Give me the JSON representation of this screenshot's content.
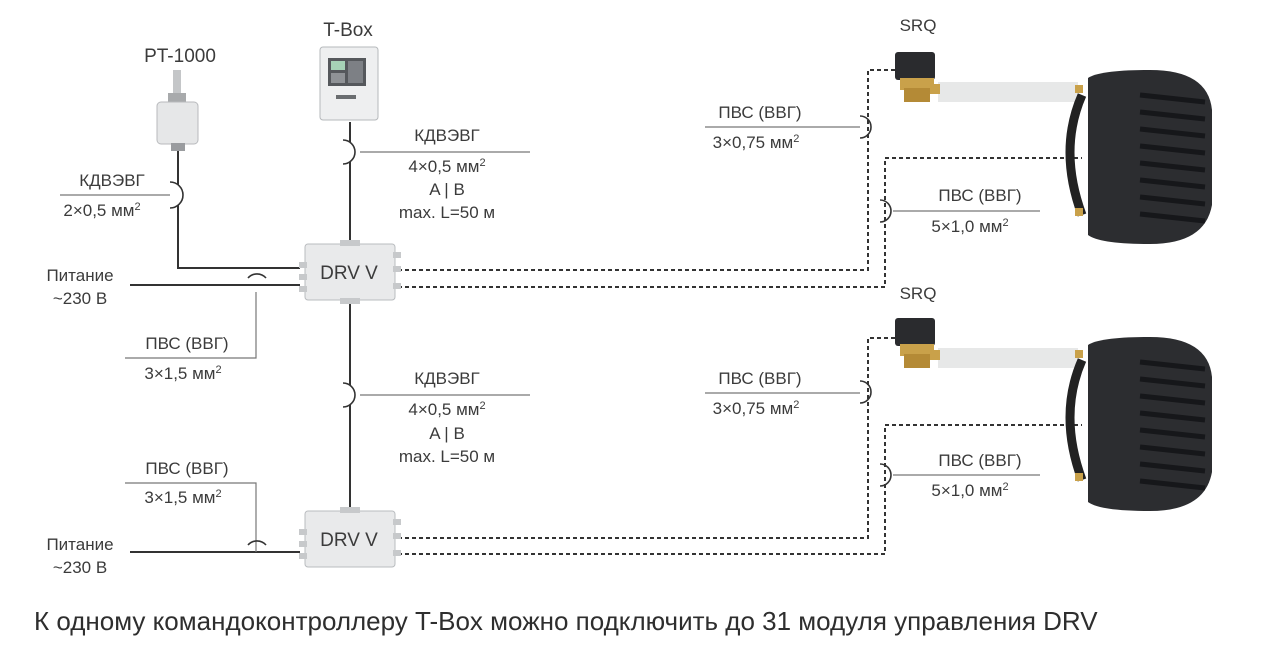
{
  "devices": {
    "pt1000": {
      "label": "PT-1000"
    },
    "tbox": {
      "label": "T-Box"
    },
    "drv_upper": {
      "label": "DRV V"
    },
    "drv_lower": {
      "label": "DRV V"
    },
    "srq_upper": {
      "label": "SRQ"
    },
    "srq_lower": {
      "label": "SRQ"
    }
  },
  "cables": {
    "pt_cable": {
      "type": "КДВЭВГ",
      "spec": "2×0,5 мм",
      "sup": "2"
    },
    "tbox_cable": {
      "type": "КДВЭВГ",
      "spec": "4×0,5 мм",
      "sup": "2",
      "line2": "A | B",
      "line3": "max. L=50 м"
    },
    "drv_link_cable": {
      "type": "КДВЭВГ",
      "spec": "4×0,5 мм",
      "sup": "2",
      "line2": "A | B",
      "line3": "max. L=50 м"
    },
    "power_cable_upper": {
      "type": "ПВС (ВВГ)",
      "spec": "3×1,5 мм",
      "sup": "2"
    },
    "power_cable_lower": {
      "type": "ПВС (ВВГ)",
      "spec": "3×1,5 мм",
      "sup": "2"
    },
    "srq_cable_upper": {
      "type": "ПВС (ВВГ)",
      "spec": "3×0,75 мм",
      "sup": "2"
    },
    "heater_cable_upper": {
      "type": "ПВС (ВВГ)",
      "spec": "5×1,0 мм",
      "sup": "2"
    },
    "srq_cable_lower": {
      "type": "ПВС (ВВГ)",
      "spec": "3×0,75 мм",
      "sup": "2"
    },
    "heater_cable_lower": {
      "type": "ПВС (ВВГ)",
      "spec": "5×1,0 мм",
      "sup": "2"
    }
  },
  "power": {
    "upper": {
      "line1": "Питание",
      "line2": "~230 В"
    },
    "lower": {
      "line1": "Питание",
      "line2": "~230 В"
    }
  },
  "caption": "К одному командоконтроллеру T-Box можно подключить до 31 модуля управления DRV",
  "colors": {
    "line": "#333333",
    "box_fill": "#e9eaeb",
    "box_stroke": "#b9bcbf",
    "heater_body": "#2c2d30",
    "heater_fins": "#1c1d20",
    "valve_brass": "#c9a14a",
    "pipe": "#e7e8e8"
  }
}
